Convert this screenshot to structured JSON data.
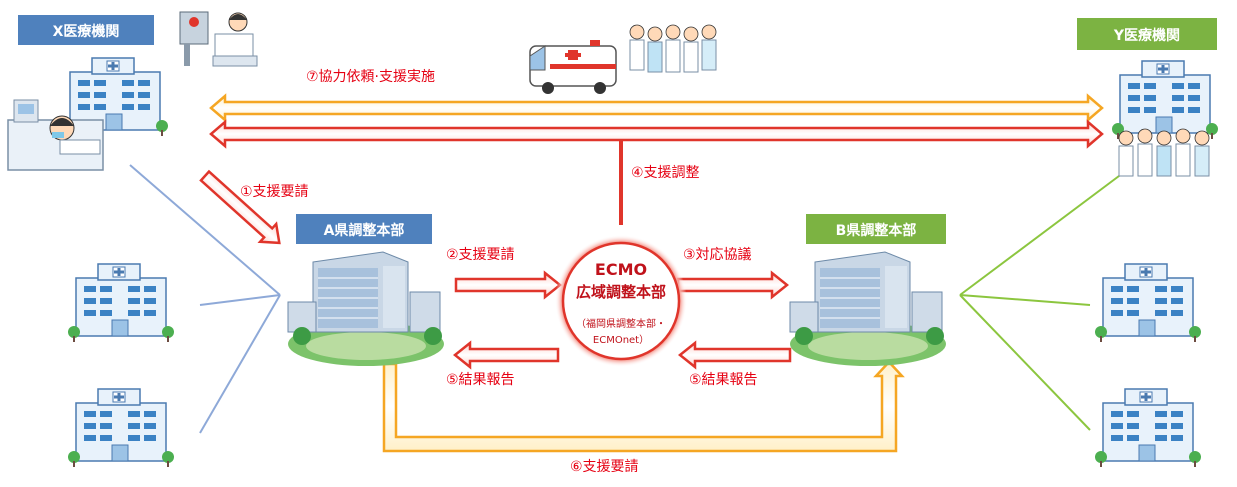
{
  "labels": {
    "x_institution": "X医療機関",
    "y_institution": "Y医療機関",
    "a_hq": "A県調整本部",
    "b_hq": "B県調整本部",
    "ecmo_title_1": "ECMO",
    "ecmo_title_2": "広域調整本部",
    "ecmo_sub_1": "（福岡県調整本部・",
    "ecmo_sub_2": "ECMOnet）",
    "step1": "①支援要請",
    "step2": "②支援要請",
    "step3": "③対応協議",
    "step4": "④支援調整",
    "step5_left": "⑤結果報告",
    "step5_right": "⑤結果報告",
    "step6": "⑥支援要請",
    "step7": "⑦協力依頼·支援実施"
  },
  "colors": {
    "blue_box": "#4f81bd",
    "green_box": "#7cb342",
    "red_arrow": "#e0352b",
    "orange_arrow": "#f5a623",
    "label_red": "#e60012",
    "left_line": "#8ea9d8",
    "right_line": "#8cc63f"
  }
}
